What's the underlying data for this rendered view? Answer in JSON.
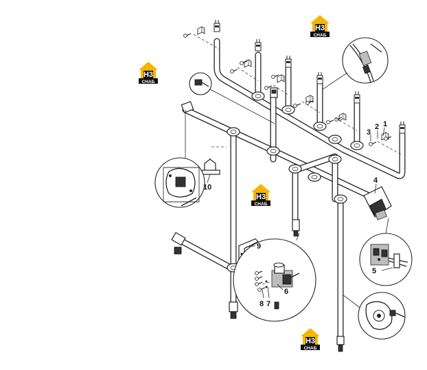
{
  "callouts": [
    {
      "id": "1",
      "label": "1"
    },
    {
      "id": "2",
      "label": "2"
    },
    {
      "id": "3",
      "label": "3"
    },
    {
      "id": "4",
      "label": "4"
    },
    {
      "id": "5",
      "label": "5"
    },
    {
      "id": "6",
      "label": "6"
    },
    {
      "id": "7",
      "label": "7"
    },
    {
      "id": "8",
      "label": "8"
    },
    {
      "id": "9",
      "label": "9"
    },
    {
      "id": "10",
      "label": "10"
    }
  ],
  "watermark": {
    "mark": "H3",
    "text": "CHAБ",
    "colors": {
      "yellow": "#f5b400",
      "black": "#111111"
    }
  }
}
